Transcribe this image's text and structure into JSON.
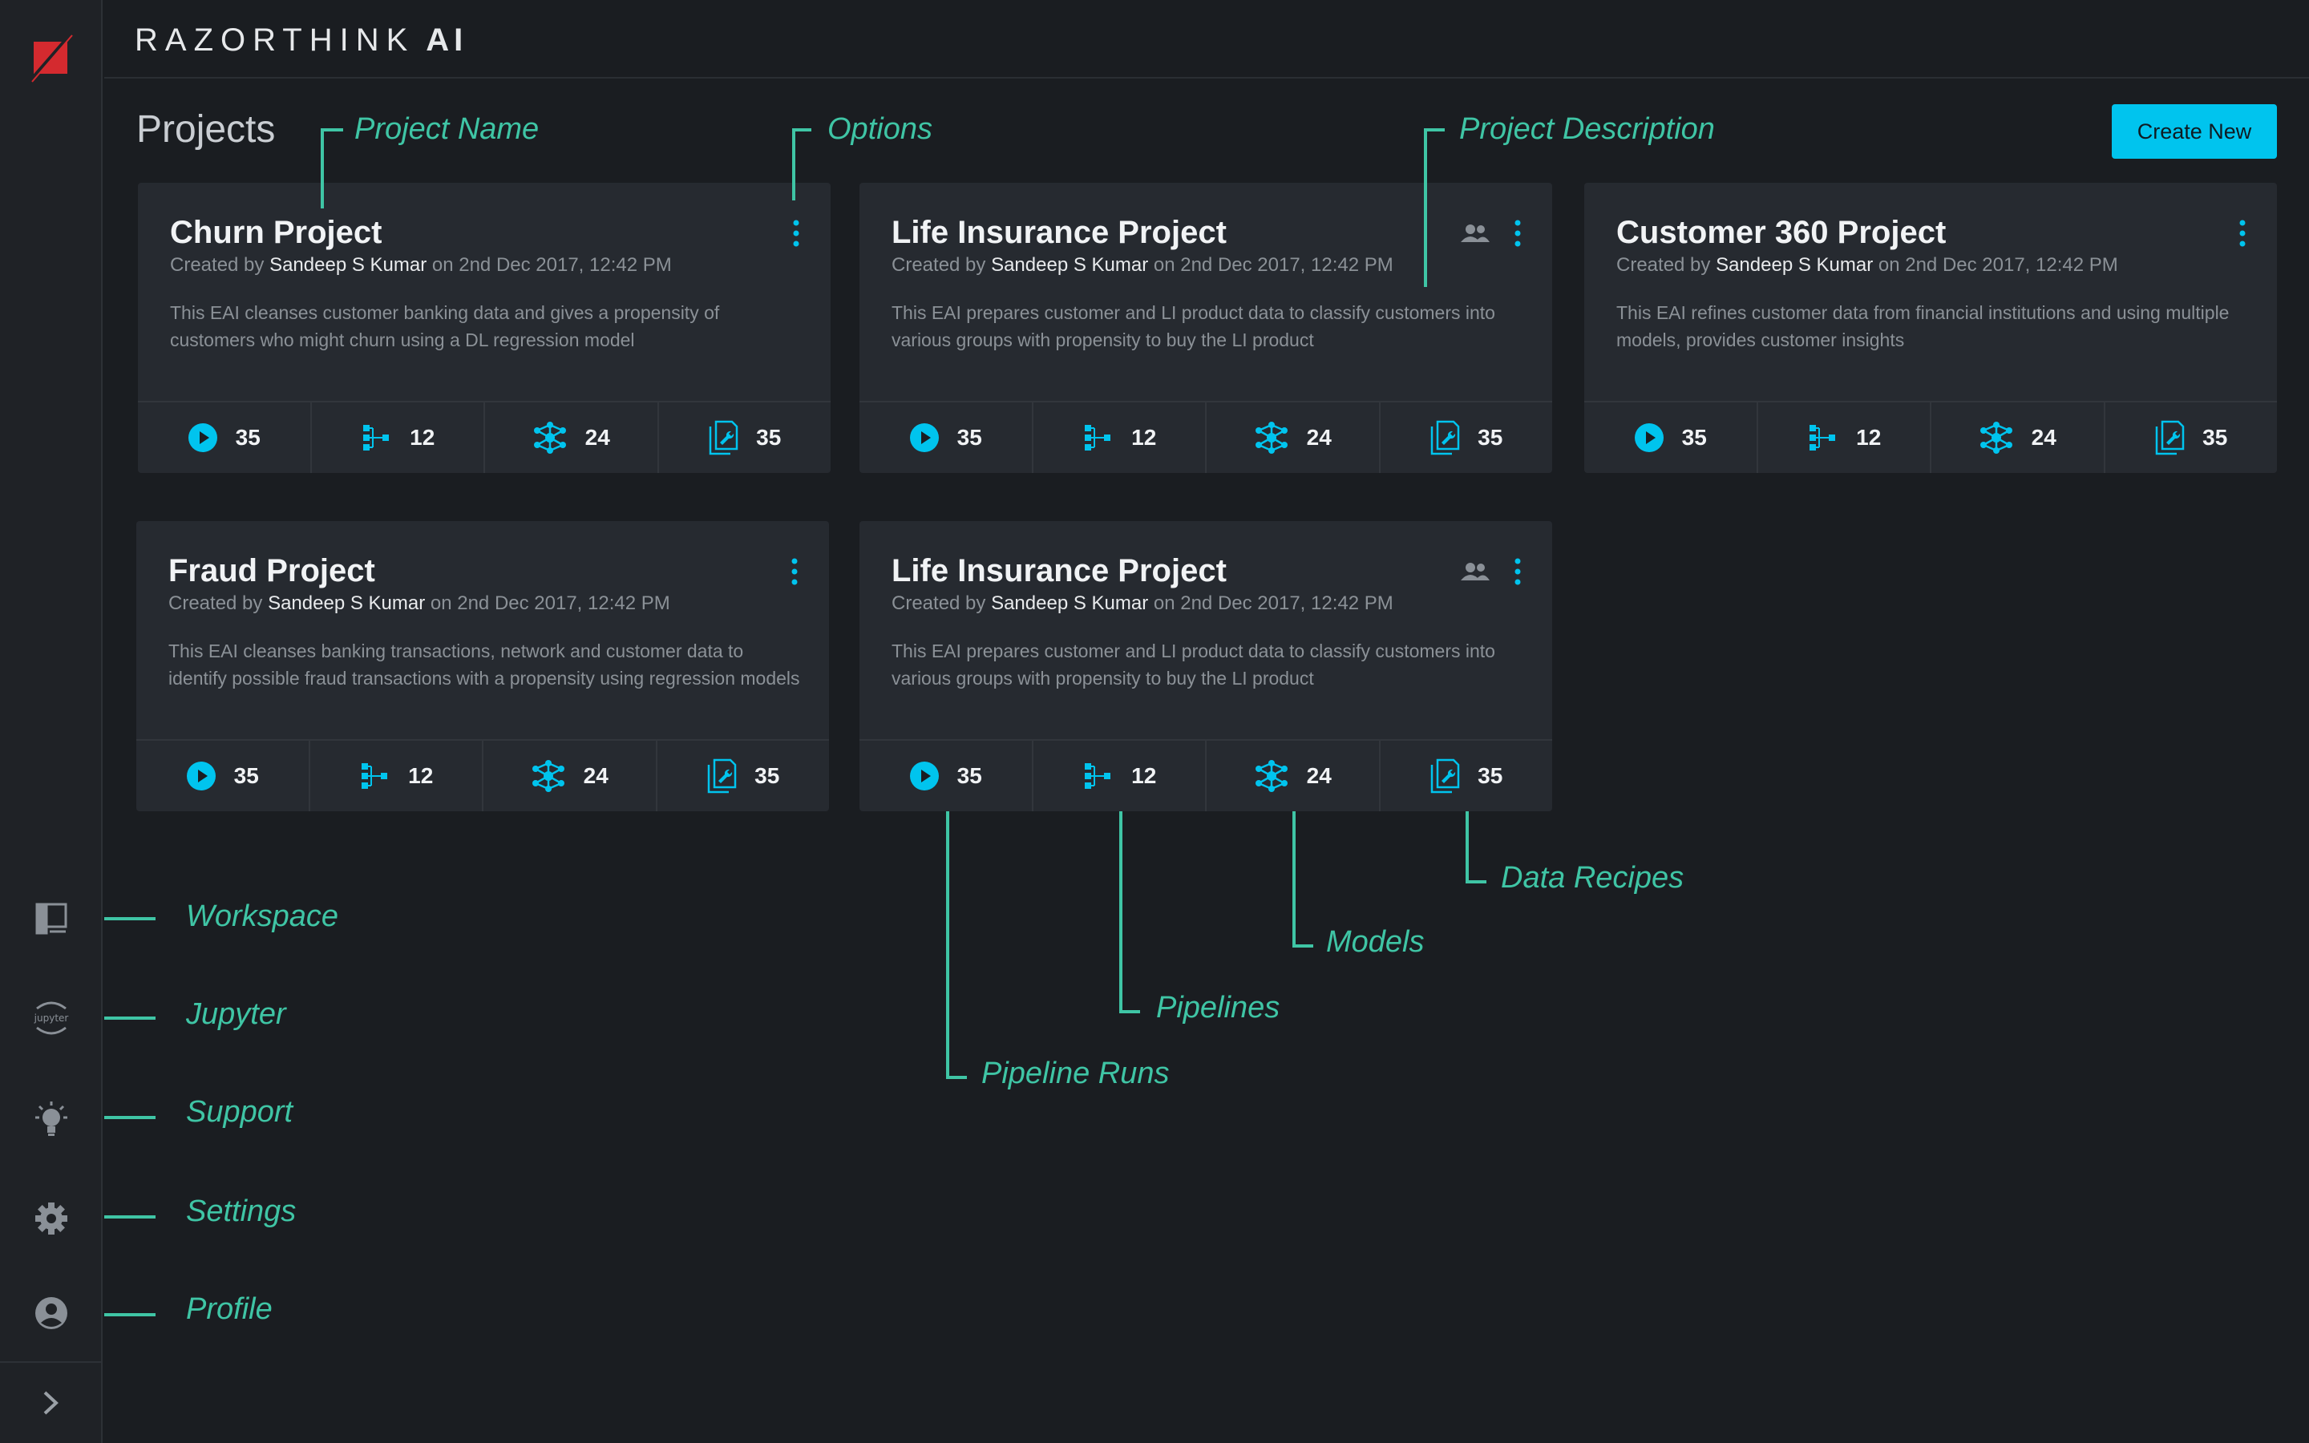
{
  "app": {
    "brand_light": "RAZORTHINK",
    "brand_bold": "AI"
  },
  "page": {
    "title": "Projects",
    "create_label": "Create New"
  },
  "sidebar": {
    "items": [
      {
        "name": "workspace",
        "icon": "workspace-icon"
      },
      {
        "name": "jupyter",
        "icon": "jupyter-icon",
        "icon_text": "jupyter"
      },
      {
        "name": "support",
        "icon": "lightbulb-icon"
      },
      {
        "name": "settings",
        "icon": "gear-icon"
      },
      {
        "name": "profile",
        "icon": "user-icon"
      }
    ],
    "expand_icon": "chevron-right-icon"
  },
  "cards": [
    {
      "title": "Churn Project",
      "created_prefix": "Created by ",
      "author": "Sandeep S Kumar",
      "created_suffix": " on 2nd Dec 2017, 12:42 PM",
      "description": "This EAI cleanses customer banking data and gives a propensity of customers who might churn using a DL regression model",
      "shared": false,
      "stats": {
        "pipeline_runs": "35",
        "pipelines": "12",
        "models": "24",
        "data_recipes": "35"
      }
    },
    {
      "title": "Life Insurance Project",
      "created_prefix": "Created by ",
      "author": "Sandeep S Kumar",
      "created_suffix": " on 2nd Dec 2017, 12:42 PM",
      "description": "This EAI prepares customer and LI product data to classify customers into various groups with propensity to buy the LI product",
      "shared": true,
      "stats": {
        "pipeline_runs": "35",
        "pipelines": "12",
        "models": "24",
        "data_recipes": "35"
      }
    },
    {
      "title": "Customer 360 Project",
      "created_prefix": "Created by ",
      "author": "Sandeep S Kumar",
      "created_suffix": " on 2nd Dec 2017, 12:42 PM",
      "description": "This EAI refines customer data from financial institutions and using multiple models, provides customer insights",
      "shared": false,
      "stats": {
        "pipeline_runs": "35",
        "pipelines": "12",
        "models": "24",
        "data_recipes": "35"
      }
    },
    {
      "title": "Fraud Project",
      "created_prefix": "Created by ",
      "author": "Sandeep S Kumar",
      "created_suffix": " on 2nd Dec 2017, 12:42 PM",
      "description": "This EAI cleanses banking transactions, network and customer data to identify possible fraud transactions with a propensity using regression models",
      "shared": false,
      "stats": {
        "pipeline_runs": "35",
        "pipelines": "12",
        "models": "24",
        "data_recipes": "35"
      }
    },
    {
      "title": "Life Insurance Project",
      "created_prefix": "Created by ",
      "author": "Sandeep S Kumar",
      "created_suffix": " on 2nd Dec 2017, 12:42 PM",
      "description": "This EAI prepares customer and LI product data to classify customers into various groups with propensity to buy the LI product",
      "shared": true,
      "stats": {
        "pipeline_runs": "35",
        "pipelines": "12",
        "models": "24",
        "data_recipes": "35"
      }
    }
  ],
  "annotations": {
    "project_name": "Project Name",
    "options": "Options",
    "project_description": "Project Description",
    "workspace": "Workspace",
    "jupyter": "Jupyter",
    "support": "Support",
    "settings": "Settings",
    "profile": "Profile",
    "pipeline_runs": "Pipeline Runs",
    "pipelines": "Pipelines",
    "models": "Models",
    "data_recipes": "Data Recipes"
  },
  "colors": {
    "accent": "#00c4ee",
    "annotation": "#3fc5a5",
    "logo_red": "#d42a2f",
    "background": "#1a1d21",
    "card": "#262a30"
  }
}
